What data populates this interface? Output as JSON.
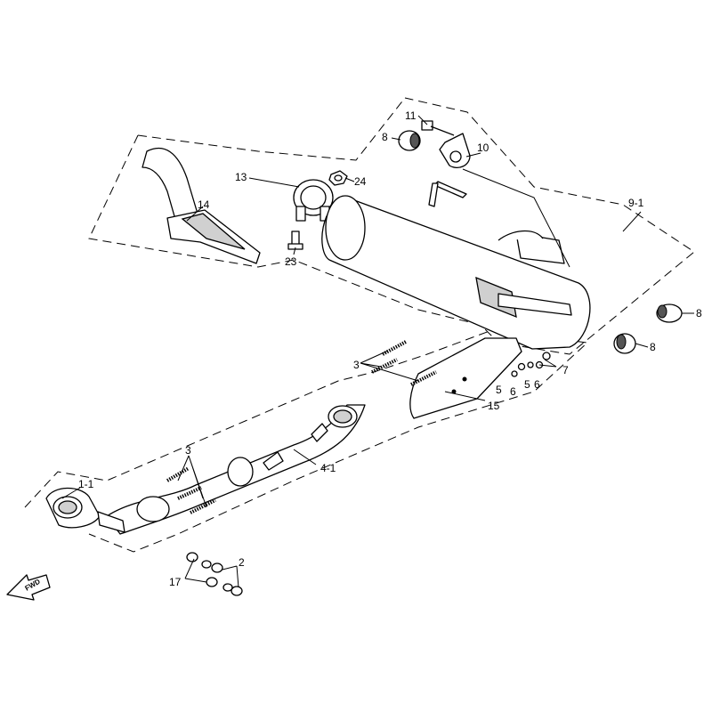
{
  "callouts": {
    "c1_1": "1-1",
    "c2": "2",
    "c3_lower": "3",
    "c3_upper": "3",
    "c4_1": "4-1",
    "c5_left": "5",
    "c5_right": "5",
    "c6_left": "6",
    "c6_right": "6",
    "c7": "7",
    "c8_top": "8",
    "c8_mid": "8",
    "c8_low": "8",
    "c9_1": "9-1",
    "c10": "10",
    "c11": "11",
    "c13": "13",
    "c14": "14",
    "c15": "15",
    "c17": "17",
    "c23": "23",
    "c24": "24"
  },
  "direction_arrow": {
    "label": "FWD",
    "icon": "forward-arrow-icon"
  }
}
